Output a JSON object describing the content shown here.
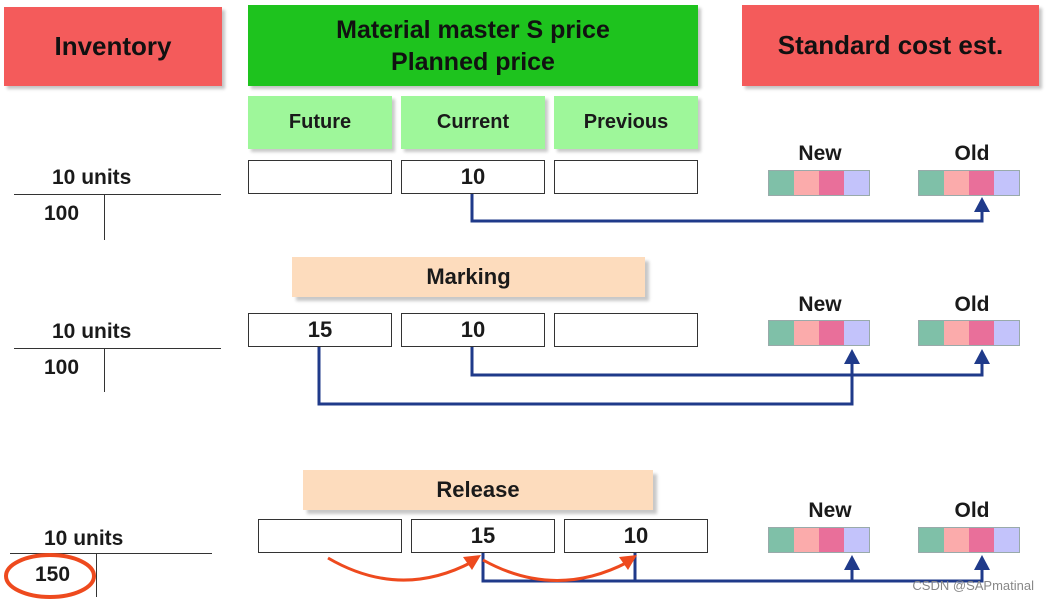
{
  "headers": {
    "inventory": "Inventory",
    "material_master_line1": "Material master S price",
    "material_master_line2": "Planned price",
    "standard_cost": "Standard cost est."
  },
  "columns": {
    "future": "Future",
    "current": "Current",
    "previous": "Previous"
  },
  "steps": [
    {
      "action": "",
      "quantity": "10 units",
      "value": "100",
      "future": "",
      "current": "10",
      "previous": "",
      "new_label": "New",
      "old_label": "Old"
    },
    {
      "action": "Marking",
      "quantity": "10 units",
      "value": "100",
      "future": "15",
      "current": "10",
      "previous": "",
      "new_label": "New",
      "old_label": "Old"
    },
    {
      "action": "Release",
      "quantity": "10 units",
      "value": "150",
      "future": "",
      "current": "15",
      "previous": "10",
      "new_label": "New",
      "old_label": "Old"
    }
  ],
  "colors": {
    "arrow": "#1f3a8a",
    "move_arrow": "#ee4a1e",
    "highlight_circle": "#ee4a1e",
    "header_red": "#f45b5b",
    "header_green": "#1ec31e",
    "column_green": "#9ef79a",
    "action_peach": "#fddcbd"
  },
  "watermark": "CSDN @SAPmatinal"
}
